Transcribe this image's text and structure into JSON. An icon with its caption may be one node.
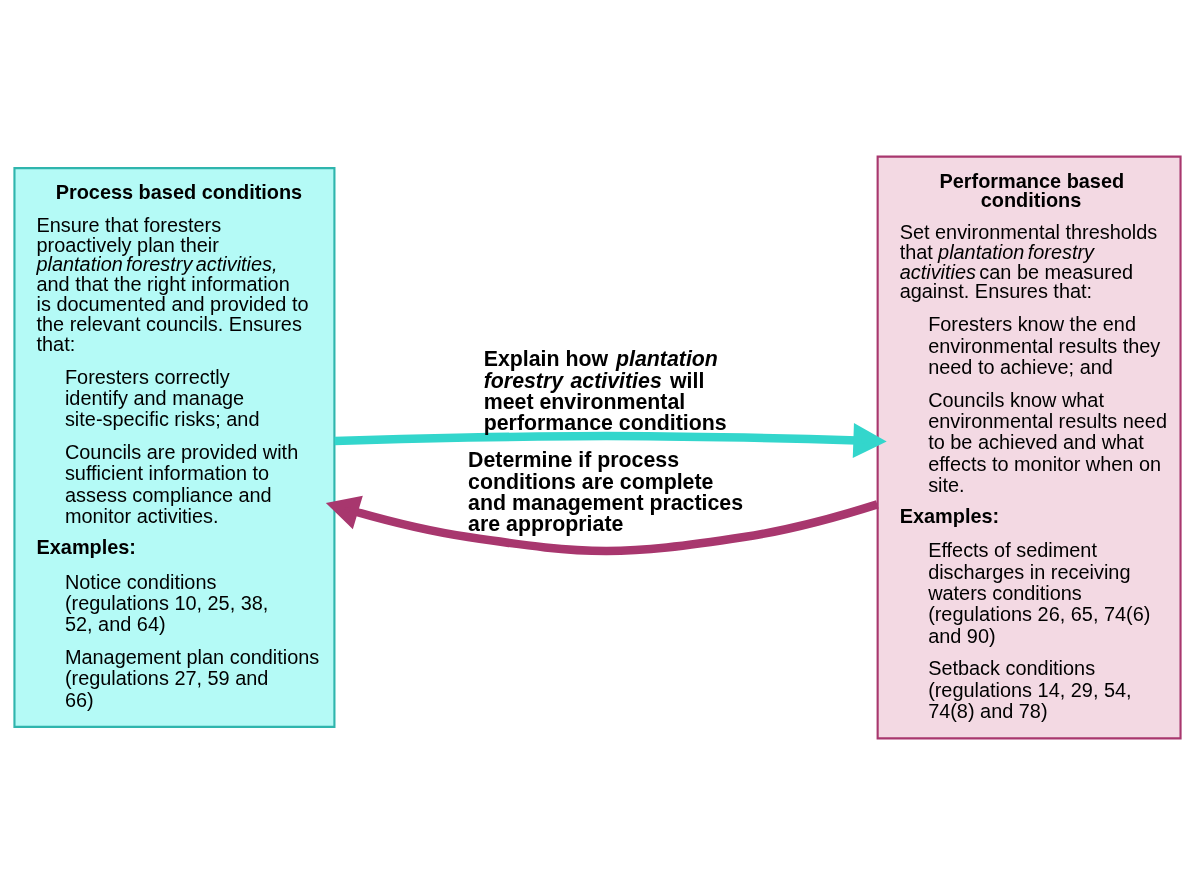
{
  "diagram": {
    "nodes": [
      {
        "text": [
          "Process based conditions",
          "Ensure that foresters proactively plan their *plantation forestry activities*, and that the right information is documented and provided to the relevant councils. Ensures that:",
          "Foresters correctly identify and manage site-specific risks; and",
          "Councils are provided with sufficient information to assess compliance and monitor activities.",
          "Examples:",
          "Notice conditions (regulations 10, 25, 38, 52, and 64)",
          "Management plan conditions (regulations 27, 59 and 66)"
        ]
      },
      {
        "text": [
          "Performance based conditions",
          "Set environmental thresholds that *plantation forestry activities* can be measured against. Ensures that:",
          "Foresters know the end environmental results they need to achieve; and",
          "Councils know what environmental results need to be achieved and what effects to monitor when on site.",
          "Examples:",
          "Effects of sediment discharges in receiving waters conditions (regulations 26, 65, 74(6) and 90)",
          "Setback conditions (regulations 14, 29, 54, 74(8) and 78)"
        ]
      }
    ],
    "edges": [
      {
        "from": 0,
        "to": 1,
        "arrow": "to",
        "label": "Explain how *plantation forestry activities* will meet environmental performance conditions",
        "color": "#33d6cc"
      },
      {
        "from": 1,
        "to": 0,
        "arrow": "to",
        "label": "Determine if process conditions are complete and management practices are appropriate",
        "color": "#a8376e"
      }
    ]
  }
}
